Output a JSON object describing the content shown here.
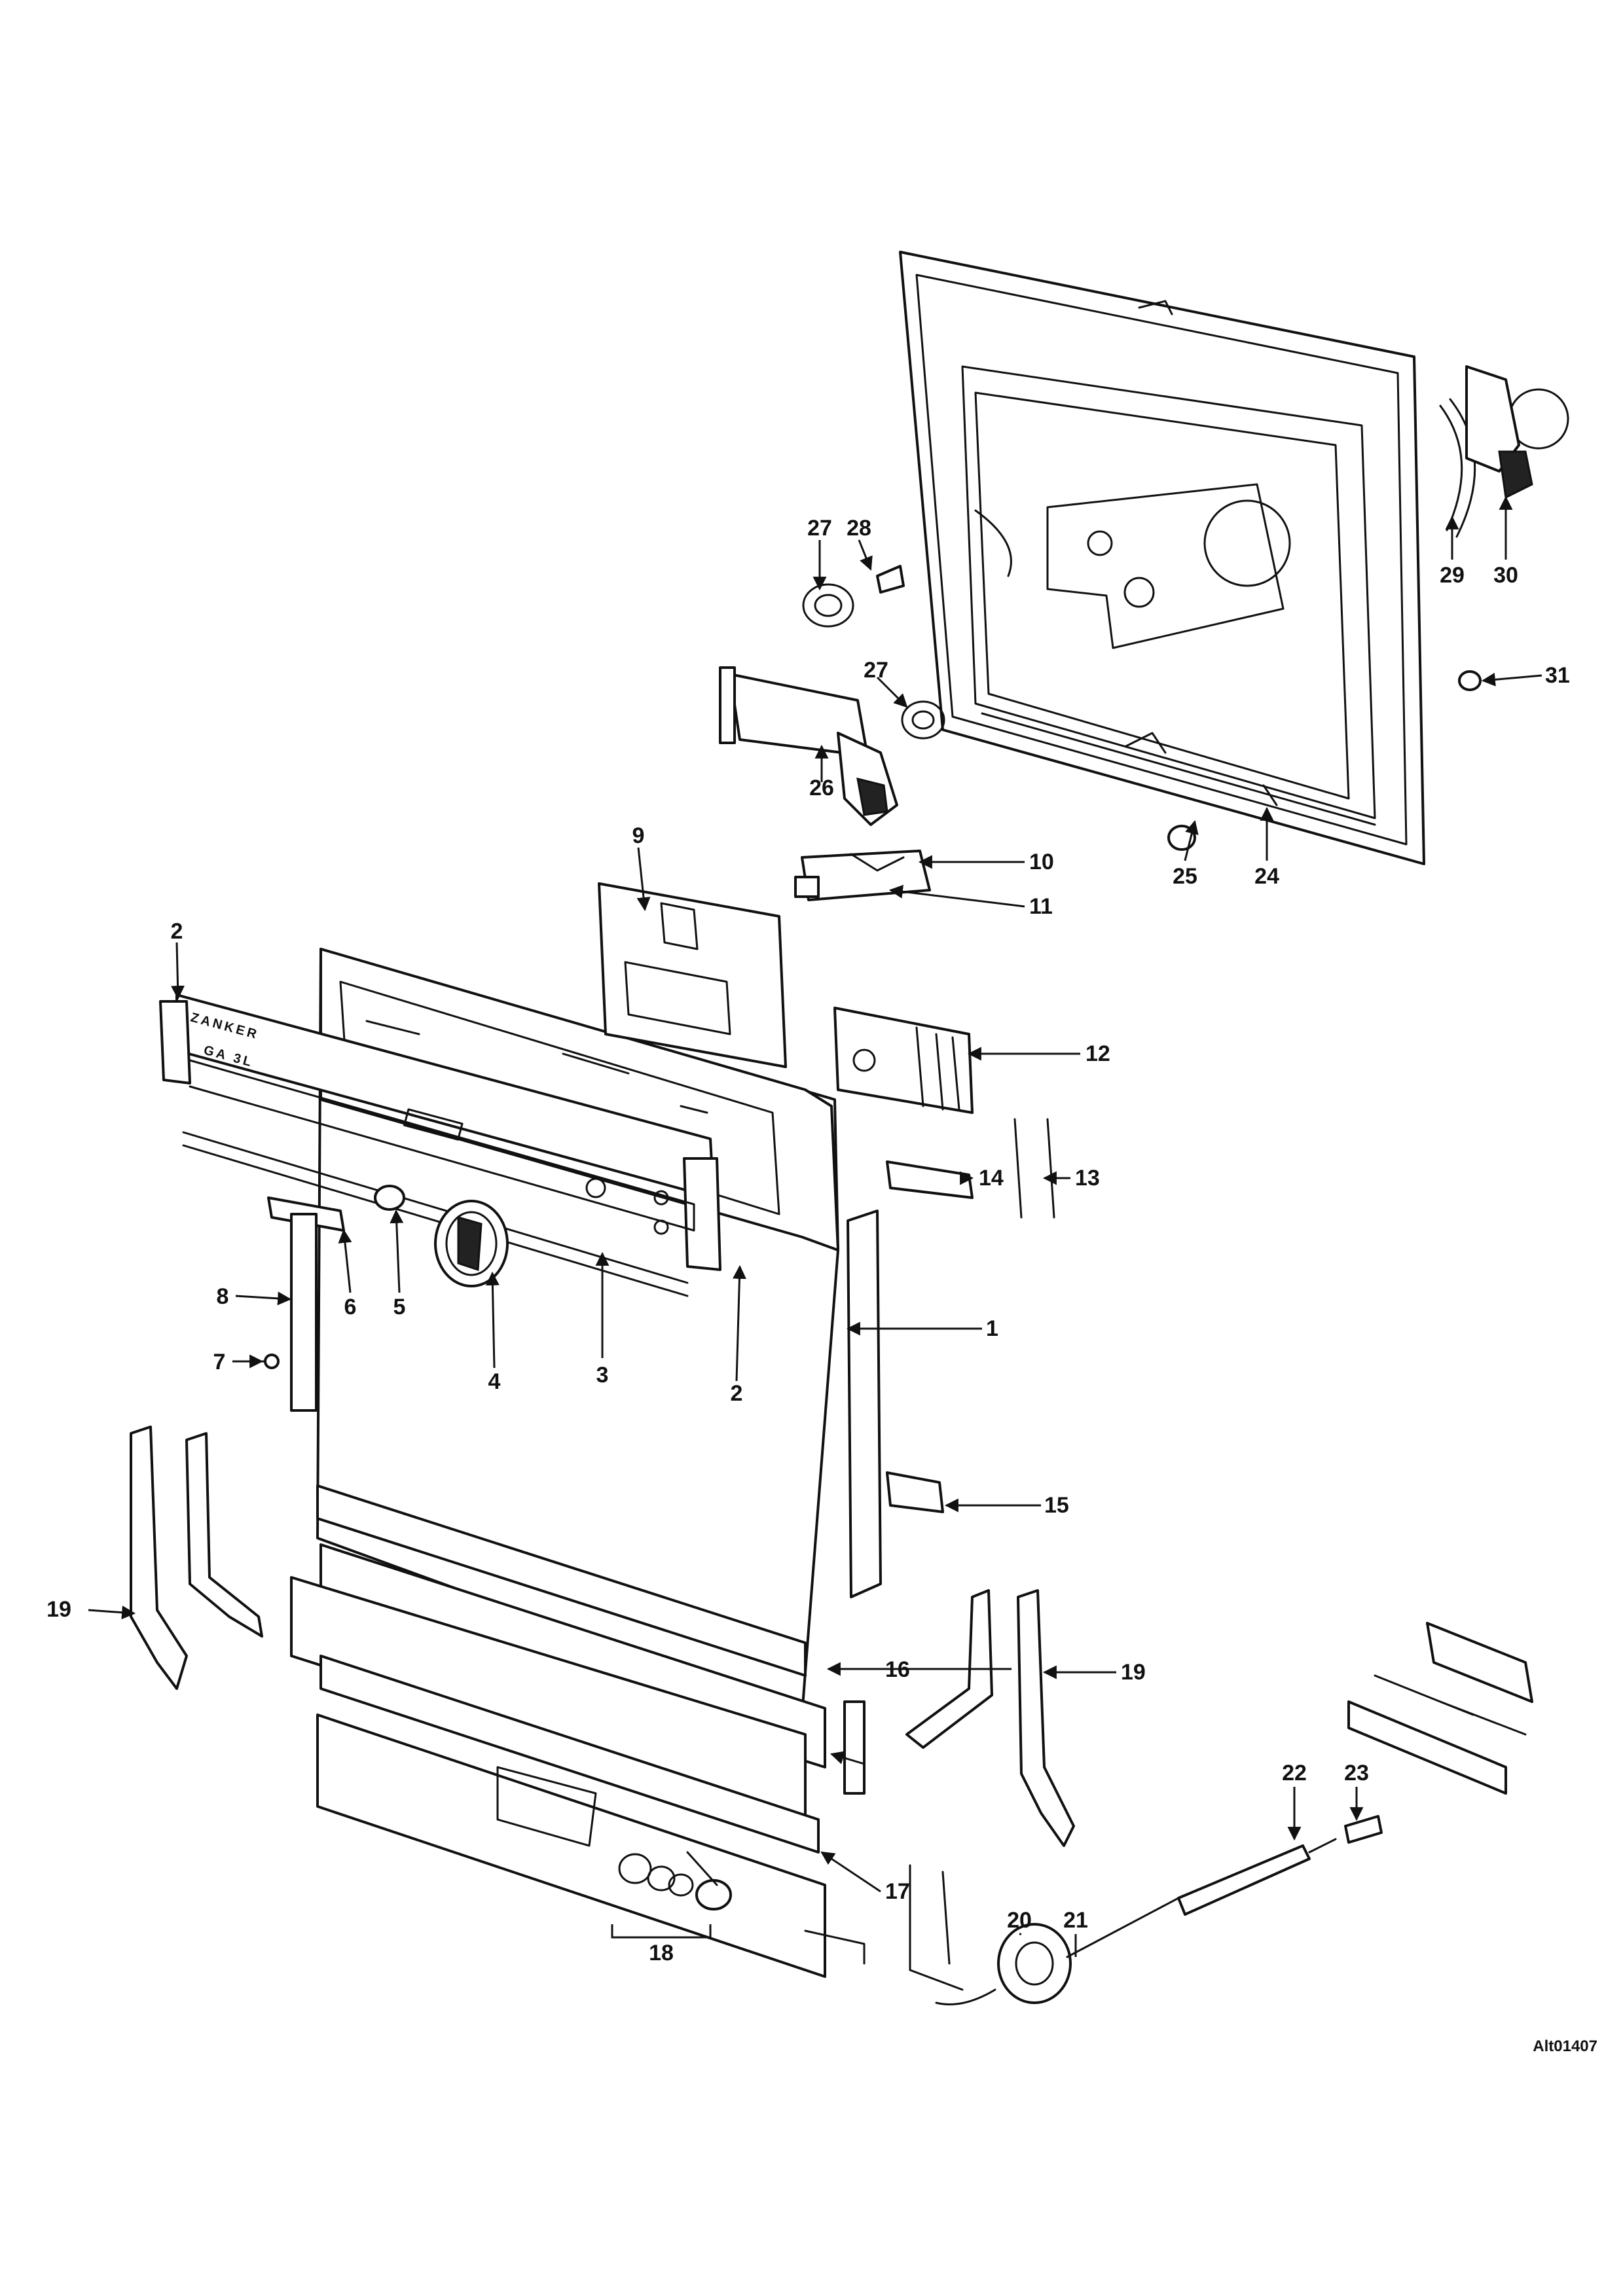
{
  "figure_code": "Alt01407",
  "brand_text": "ZANKER",
  "model_text": "GA 3L",
  "callouts": [
    {
      "id": "c1",
      "text": "1"
    },
    {
      "id": "c2a",
      "text": "2"
    },
    {
      "id": "c2b",
      "text": "2"
    },
    {
      "id": "c3",
      "text": "3"
    },
    {
      "id": "c4",
      "text": "4"
    },
    {
      "id": "c5",
      "text": "5"
    },
    {
      "id": "c6",
      "text": "6"
    },
    {
      "id": "c7",
      "text": "7"
    },
    {
      "id": "c8",
      "text": "8"
    },
    {
      "id": "c9",
      "text": "9"
    },
    {
      "id": "c10",
      "text": "10"
    },
    {
      "id": "c11",
      "text": "11"
    },
    {
      "id": "c12",
      "text": "12"
    },
    {
      "id": "c13",
      "text": "13"
    },
    {
      "id": "c14",
      "text": "14"
    },
    {
      "id": "c15",
      "text": "15"
    },
    {
      "id": "c16",
      "text": "16"
    },
    {
      "id": "c17",
      "text": "17"
    },
    {
      "id": "c18",
      "text": "18"
    },
    {
      "id": "c19a",
      "text": "19"
    },
    {
      "id": "c19b",
      "text": "19"
    },
    {
      "id": "c20",
      "text": "20"
    },
    {
      "id": "c21",
      "text": "21"
    },
    {
      "id": "c22",
      "text": "22"
    },
    {
      "id": "c23",
      "text": "23"
    },
    {
      "id": "c24",
      "text": "24"
    },
    {
      "id": "c25",
      "text": "25"
    },
    {
      "id": "c26",
      "text": "26"
    },
    {
      "id": "c27a",
      "text": "27"
    },
    {
      "id": "c27b",
      "text": "27"
    },
    {
      "id": "c28",
      "text": "28"
    },
    {
      "id": "c29",
      "text": "29"
    },
    {
      "id": "c30",
      "text": "30"
    },
    {
      "id": "c31",
      "text": "31"
    }
  ]
}
